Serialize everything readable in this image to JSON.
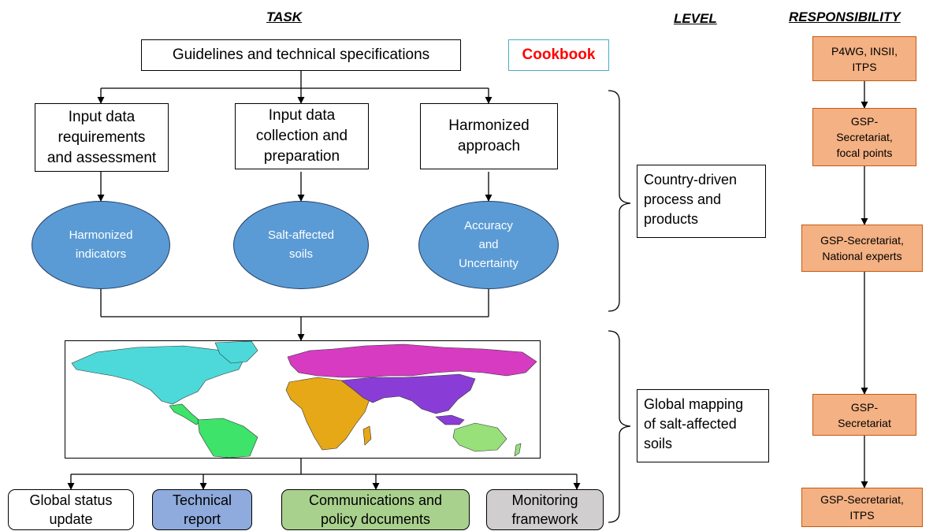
{
  "headers": {
    "task": "TASK",
    "level": "LEVEL",
    "responsibility": "RESPONSIBILITY"
  },
  "guidelines": "Guidelines and technical specifications",
  "cookbook": "Cookbook",
  "tasks": [
    "Input data\nrequirements\nand assessment",
    "Input data\ncollection and\npreparation",
    "Harmonized\napproach"
  ],
  "products": [
    "Harmonized\nindicators",
    "Salt-affected\nsoils",
    "Accuracy\nand\nUncertainty"
  ],
  "levels": [
    "Country-driven\nprocess and\nproducts",
    "Global mapping\nof salt-affected\nsoils"
  ],
  "responsibilities": [
    "P4WG, INSII,\nITPS",
    "GSP-\nSecretariat,\nfocal points",
    "GSP-Secretariat,\nNational experts",
    "GSP-\nSecretariat",
    "GSP-Secretariat,\nITPS"
  ],
  "outputs": [
    {
      "label": "Global status\nupdate",
      "color": "#ffffff"
    },
    {
      "label": "Technical\nreport",
      "color": "#8faadc"
    },
    {
      "label": "Communications and\npolicy documents",
      "color": "#a9d18e"
    },
    {
      "label": "Monitoring\nframework",
      "color": "#d0cece"
    }
  ],
  "colors": {
    "product_fill": "#5b9bd5",
    "responsibility_fill": "#f4b183",
    "cookbook_text": "#ff0000",
    "cookbook_border": "#4bacc6",
    "map_north_america": "#4dd9d9",
    "map_south_america": "#3ee36a",
    "map_africa": "#e6a817",
    "map_europe_russia": "#d63bc2",
    "map_asia": "#8a3dd6",
    "map_oceania": "#97e07a"
  },
  "icons": {
    "map": "world-map-icon"
  }
}
